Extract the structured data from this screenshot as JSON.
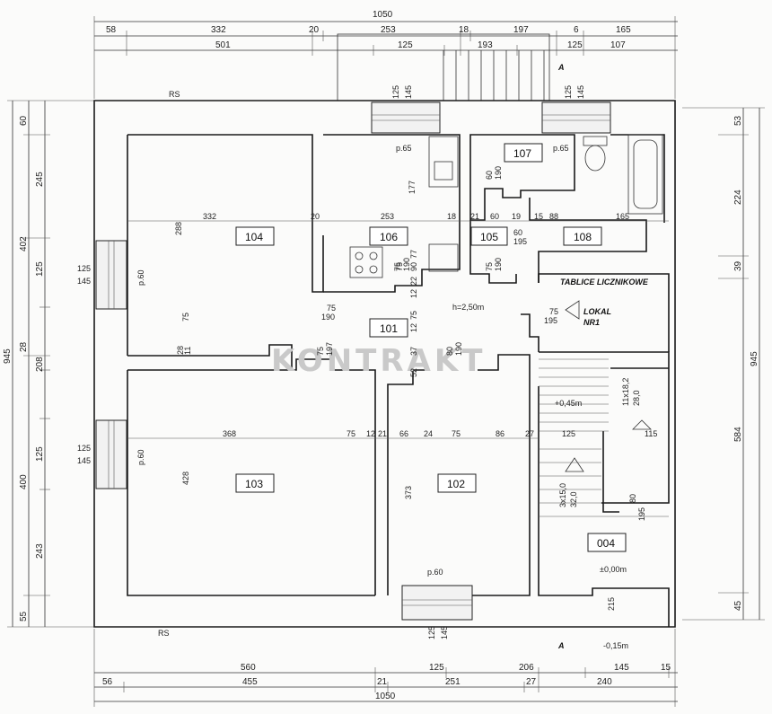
{
  "watermark": "KONTRAKT",
  "rooms": [
    {
      "id": "104",
      "label": "104"
    },
    {
      "id": "106",
      "label": "106"
    },
    {
      "id": "107",
      "label": "107"
    },
    {
      "id": "105",
      "label": "105"
    },
    {
      "id": "108",
      "label": "108"
    },
    {
      "id": "101",
      "label": "101"
    },
    {
      "id": "103",
      "label": "103"
    },
    {
      "id": "102",
      "label": "102"
    },
    {
      "id": "004",
      "label": "004"
    }
  ],
  "labels": {
    "meters": "TABLICE LICZNIKOWE",
    "unit_line1": "LOKAL",
    "unit_line2": "NR1",
    "rs_top": "RS",
    "rs_bottom": "RS",
    "height": "h=2,50m",
    "level_045": "+0,45m",
    "level_000": "±0,00m",
    "level_015": "-0,15m",
    "section_a_top": "A",
    "section_a_bottom": "A",
    "stair_upper_1": "11x18,2",
    "stair_upper_2": "28,0",
    "stair_lower_1": "3x15,0",
    "stair_lower_2": "32,0"
  },
  "dims_top_total": "1050",
  "dims_top_row1": [
    "58",
    "332",
    "20",
    "253",
    "18",
    "197",
    "6",
    "165"
  ],
  "dims_top_row2": [
    "501",
    "125",
    "193",
    "125",
    "107"
  ],
  "dims_bottom_row1": [
    "560",
    "125",
    "206",
    "145",
    "15"
  ],
  "dims_bottom_row2": [
    "56",
    "455",
    "21",
    "251",
    "27",
    "240"
  ],
  "dims_bottom_total": "1050",
  "dims_left_outer": [
    "60",
    "245",
    "402",
    "125",
    "28",
    "208",
    "125",
    "400",
    "243",
    "55"
  ],
  "dims_left_total": "945",
  "dims_right": [
    "53",
    "224",
    "39",
    "584",
    "45"
  ],
  "dims_right_total": "945",
  "windows": {
    "top_1": [
      "125",
      "145"
    ],
    "top_2": [
      "125",
      "145"
    ],
    "left_1": [
      "125",
      "145"
    ],
    "left_2": [
      "125",
      "145"
    ],
    "bottom": [
      "125",
      "145"
    ]
  },
  "parapets": {
    "p_104": "p.60",
    "p_103": "p.60",
    "p_106": "p.65",
    "p_107": "p.65",
    "p_102": "p.60"
  },
  "inner_dims": {
    "r104_w": "332",
    "r104_h": "288",
    "r104_d75": "75",
    "w20a": "20",
    "r106_w": "253",
    "r106_h": "177",
    "w18": "18",
    "w21": "21",
    "d60a": "60",
    "w19": "19",
    "w15": "15",
    "w88": "88",
    "w165": "165",
    "d60_190": [
      "60",
      "190"
    ],
    "d60_195": [
      "60",
      "195"
    ],
    "d75_190_a": [
      "75",
      "190"
    ],
    "d75_190_b": [
      "75",
      "190"
    ],
    "d75_190_c": [
      "75",
      "190"
    ],
    "d75_195": [
      "75",
      "195"
    ],
    "d75_197": [
      "75",
      "197"
    ],
    "d80_190": [
      "80",
      "190"
    ],
    "d80_195": [
      "80",
      "195"
    ],
    "h75a": "75",
    "h12a": "12",
    "h22": "22",
    "h90": "90",
    "h77": "77",
    "h28": "28",
    "h11": "11",
    "h37": "37",
    "h52": "52",
    "h75b": "75",
    "h12b": "12",
    "r103_w": "368",
    "r103_h": "428",
    "c75a": "75",
    "c12": "12",
    "c21": "21",
    "c66": "66",
    "c24": "24",
    "c75b": "75",
    "c86": "86",
    "c27": "27",
    "r102_h": "373",
    "st125": "125",
    "st115": "115",
    "d215": "215"
  }
}
